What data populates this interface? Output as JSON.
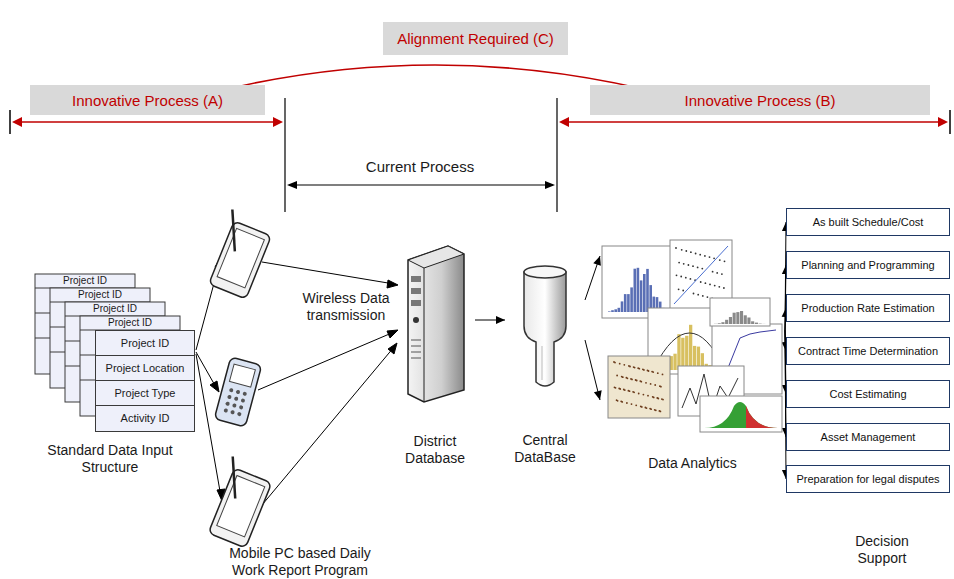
{
  "diagram": {
    "nodes": [
      {
        "text": [
          "Alignment Required (C)"
        ]
      },
      {
        "text": [
          "Innovative Process (A)"
        ]
      },
      {
        "text": [
          "Innovative Process (B)"
        ]
      },
      {
        "text": [
          "Project ID",
          "Project Location",
          "Project Type",
          "Activity ID"
        ]
      },
      {
        "text": [
          "District Database"
        ]
      },
      {
        "text": [
          "Central DataBase"
        ]
      },
      {
        "text": [
          "Data Analytics"
        ]
      },
      {
        "text": [
          "As built Schedule/Cost"
        ]
      },
      {
        "text": [
          "Planning and Programming"
        ]
      },
      {
        "text": [
          "Production Rate Estimation"
        ]
      },
      {
        "text": [
          "Contract Time Determination"
        ]
      },
      {
        "text": [
          "Cost Estimating"
        ]
      },
      {
        "text": [
          "Asset Management"
        ]
      },
      {
        "text": [
          "Preparation for legal disputes"
        ]
      }
    ],
    "edges": [
      {
        "from": 4,
        "to": 5,
        "arrow": "to"
      },
      {
        "from": 5,
        "to": 6,
        "arrow": "to"
      },
      {
        "from": 5,
        "to": 6,
        "arrow": "to"
      },
      {
        "from": 6,
        "to": 7,
        "arrow": "to"
      },
      {
        "from": 6,
        "to": 8,
        "arrow": "to"
      },
      {
        "from": 6,
        "to": 9,
        "arrow": "to"
      },
      {
        "from": 6,
        "to": 10,
        "arrow": "to"
      },
      {
        "from": 6,
        "to": 11,
        "arrow": "to"
      },
      {
        "from": 6,
        "to": 12,
        "arrow": "to"
      },
      {
        "from": 6,
        "to": 13,
        "arrow": "to"
      }
    ],
    "labels": [
      "Current Process",
      "Wireless Data transmission",
      "Project ID",
      "Project ID",
      "Project ID",
      "Project ID",
      "Standard Data Input Structure",
      "Mobile PC based Daily Work Report Program",
      "Decision Support"
    ]
  }
}
